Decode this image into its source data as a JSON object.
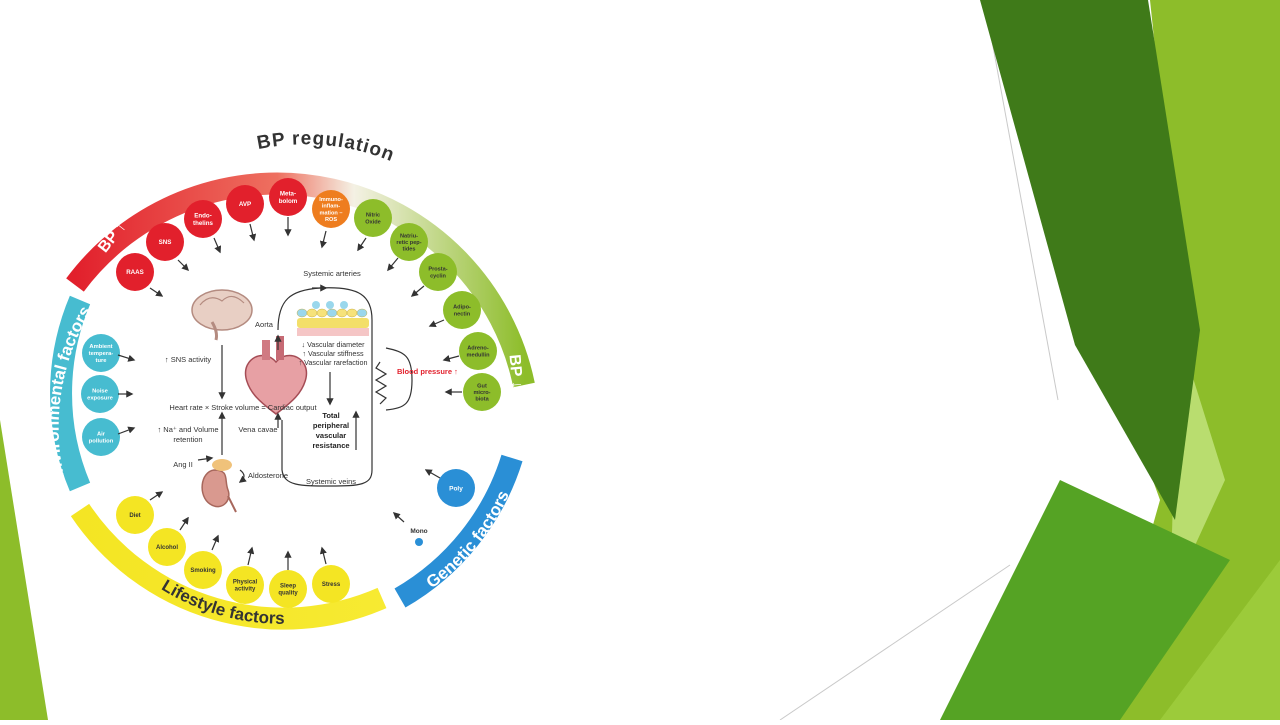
{
  "colors": {
    "red": "#e2202c",
    "orange": "#ee7d1f",
    "green": "#8dbd2a",
    "cyan": "#47bcd0",
    "yellow": "#f4e523",
    "blue": "#2a8fd6",
    "dark_green": "#3f7a19",
    "light_green": "#b9dd6f",
    "mid_green": "#55a324"
  },
  "diagram": {
    "title": "BP regulation",
    "bp_up": "BP ↑",
    "bp_down": "BP ↓",
    "environmental_label": "Environmental factors",
    "lifestyle_label": "Lifestyle factors",
    "genetic_label": "Genetic factors",
    "red_factors": [
      {
        "lines": [
          "RAAS"
        ]
      },
      {
        "lines": [
          "SNS"
        ]
      },
      {
        "lines": [
          "Endo-",
          "thelins"
        ]
      },
      {
        "lines": [
          "AVP"
        ]
      },
      {
        "lines": [
          "Meta-",
          "bolom"
        ]
      }
    ],
    "orange_factor": {
      "lines": [
        "Immuno-",
        "inflam-",
        "mation –",
        "ROS"
      ]
    },
    "green_factors": [
      {
        "lines": [
          "Nitric",
          "Oxide"
        ]
      },
      {
        "lines": [
          "Natriu-",
          "retic pep-",
          "tides"
        ]
      },
      {
        "lines": [
          "Prosta-",
          "cyclin"
        ]
      },
      {
        "lines": [
          "Adipo-",
          "nectin"
        ]
      },
      {
        "lines": [
          "Adreno-",
          "medullin"
        ]
      },
      {
        "lines": [
          "Gut",
          "micro-",
          "biota"
        ]
      }
    ],
    "environmental_factors": [
      {
        "lines": [
          "Ambient",
          "tempera-",
          "ture"
        ]
      },
      {
        "lines": [
          "Noise",
          "exposure"
        ]
      },
      {
        "lines": [
          "Air",
          "pollution"
        ]
      }
    ],
    "lifestyle_factors": [
      {
        "lines": [
          "Diet"
        ]
      },
      {
        "lines": [
          "Alcohol"
        ]
      },
      {
        "lines": [
          "Smoking"
        ]
      },
      {
        "lines": [
          "Physical",
          "activity"
        ]
      },
      {
        "lines": [
          "Sleep",
          "quality"
        ]
      },
      {
        "lines": [
          "Stress"
        ]
      }
    ],
    "genetic_factors": {
      "poly": "Poly",
      "mono": "Mono"
    },
    "center": {
      "systemic_arteries": "Systemic arteries",
      "aorta": "Aorta",
      "sns_activity": "↑ SNS activity",
      "vascular_lines": [
        "↓ Vascular diameter",
        "↑ Vascular stiffness",
        "↑ Vascular rarefaction"
      ],
      "blood_pressure": "Blood pressure ↑",
      "cardiac_output": "Heart rate × Stroke volume = Cardiac output",
      "na_retention": [
        "↑ Na⁺ and Volume",
        "retention"
      ],
      "vena_cavae": "Vena cavae",
      "tpr": [
        "Total",
        "peripheral",
        "vascular",
        "resistance"
      ],
      "ang_ii": "Ang II",
      "aldosterone": "Aldosterone",
      "systemic_veins": "Systemic veins"
    }
  }
}
